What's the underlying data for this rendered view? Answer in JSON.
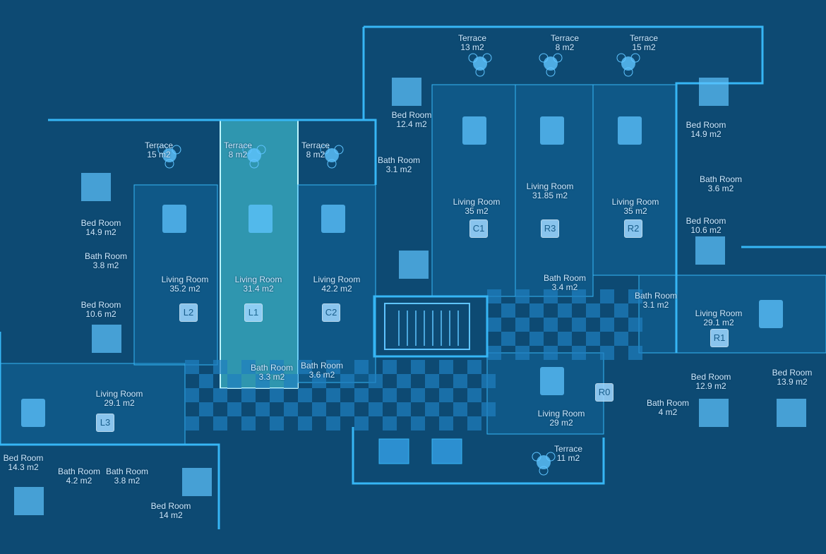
{
  "colors": {
    "background": "#0d4a73",
    "wall": "#36b6f5",
    "unit": "#1474ad",
    "selected": "#4cd6e0",
    "furniture": "#5fc4ff",
    "bath": "#2c8fd0"
  },
  "units": [
    {
      "id": "L3",
      "selected": false
    },
    {
      "id": "L2",
      "selected": false
    },
    {
      "id": "L1",
      "selected": true
    },
    {
      "id": "C2",
      "selected": false
    },
    {
      "id": "C1",
      "selected": false
    },
    {
      "id": "R3",
      "selected": false
    },
    {
      "id": "R2",
      "selected": false
    },
    {
      "id": "R1",
      "selected": false
    },
    {
      "id": "R0",
      "selected": false
    }
  ],
  "rooms": [
    {
      "name": "Terrace",
      "area": "13 m2"
    },
    {
      "name": "Terrace",
      "area": "8 m2"
    },
    {
      "name": "Terrace",
      "area": "15 m2"
    },
    {
      "name": "Bed Room",
      "area": "12.4 m2"
    },
    {
      "name": "Bed Room",
      "area": "14.9 m2"
    },
    {
      "name": "Terrace",
      "area": "15 m2"
    },
    {
      "name": "Terrace",
      "area": "8 m2"
    },
    {
      "name": "Terrace",
      "area": "8 m2"
    },
    {
      "name": "Bath Room",
      "area": "3.1 m2"
    },
    {
      "name": "Bath Room",
      "area": "3.6 m2"
    },
    {
      "name": "Living Room",
      "area": "35  m2"
    },
    {
      "name": "Living Room",
      "area": "31.85 m2"
    },
    {
      "name": "Living Room",
      "area": "35 m2"
    },
    {
      "name": "Bed Room",
      "area": "14.9 m2"
    },
    {
      "name": "Bed Room",
      "area": "10.6 m2"
    },
    {
      "name": "Bath Room",
      "area": "3.8 m2"
    },
    {
      "name": "Living Room",
      "area": "35.2  m2"
    },
    {
      "name": "Living Room",
      "area": "31.4  m2"
    },
    {
      "name": "Living Room",
      "area": "42.2  m2"
    },
    {
      "name": "Bath Room",
      "area": "3.4 m2"
    },
    {
      "name": "Bath Room",
      "area": "3.1 m2"
    },
    {
      "name": "Living Room",
      "area": "29.1 m2"
    },
    {
      "name": "Bed Room",
      "area": "10.6 m2"
    },
    {
      "name": "Bath Room",
      "area": "3.3 m2"
    },
    {
      "name": "Bath Room",
      "area": "3.6 m2"
    },
    {
      "name": "Bed Room",
      "area": "12.9 m2"
    },
    {
      "name": "Bed Room",
      "area": "13.9 m2"
    },
    {
      "name": "Living Room",
      "area": "29.1 m2"
    },
    {
      "name": "Bath Room",
      "area": "4 m2"
    },
    {
      "name": "Living Room",
      "area": "29 m2"
    },
    {
      "name": "Terrace",
      "area": "11 m2"
    },
    {
      "name": "Bed Room",
      "area": "14.3 m2"
    },
    {
      "name": "Bath Room",
      "area": "4.2 m2"
    },
    {
      "name": "Bath Room",
      "area": "3.8 m2"
    },
    {
      "name": "Bed Room",
      "area": "14 m2"
    }
  ]
}
